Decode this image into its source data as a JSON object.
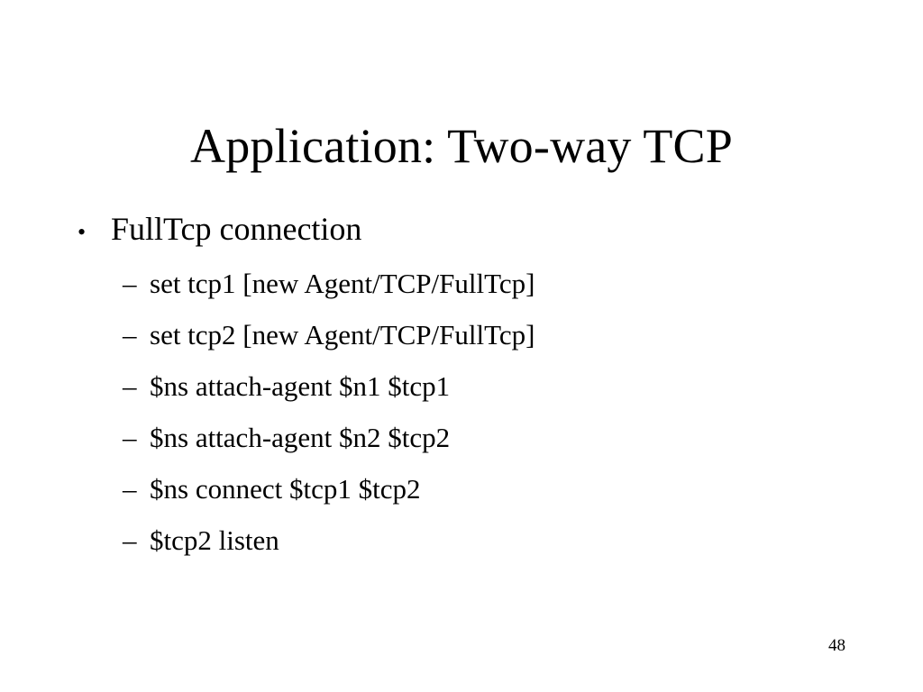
{
  "slide": {
    "title": "Application: Two-way TCP",
    "page_number": "48",
    "background_color": "#ffffff",
    "text_color": "#000000"
  },
  "content": {
    "bullets": [
      {
        "marker": "•",
        "text": "FullTcp connection",
        "sub_items": [
          {
            "marker": "–",
            "text": "set tcp1 [new Agent/TCP/FullTcp]"
          },
          {
            "marker": "–",
            "text": "set tcp2 [new Agent/TCP/FullTcp]"
          },
          {
            "marker": "–",
            "text": "$ns attach-agent $n1 $tcp1"
          },
          {
            "marker": "–",
            "text": "$ns attach-agent $n2 $tcp2"
          },
          {
            "marker": "–",
            "text": "$ns connect $tcp1 $tcp2"
          },
          {
            "marker": "–",
            "text": "$tcp2 listen"
          }
        ]
      }
    ]
  }
}
